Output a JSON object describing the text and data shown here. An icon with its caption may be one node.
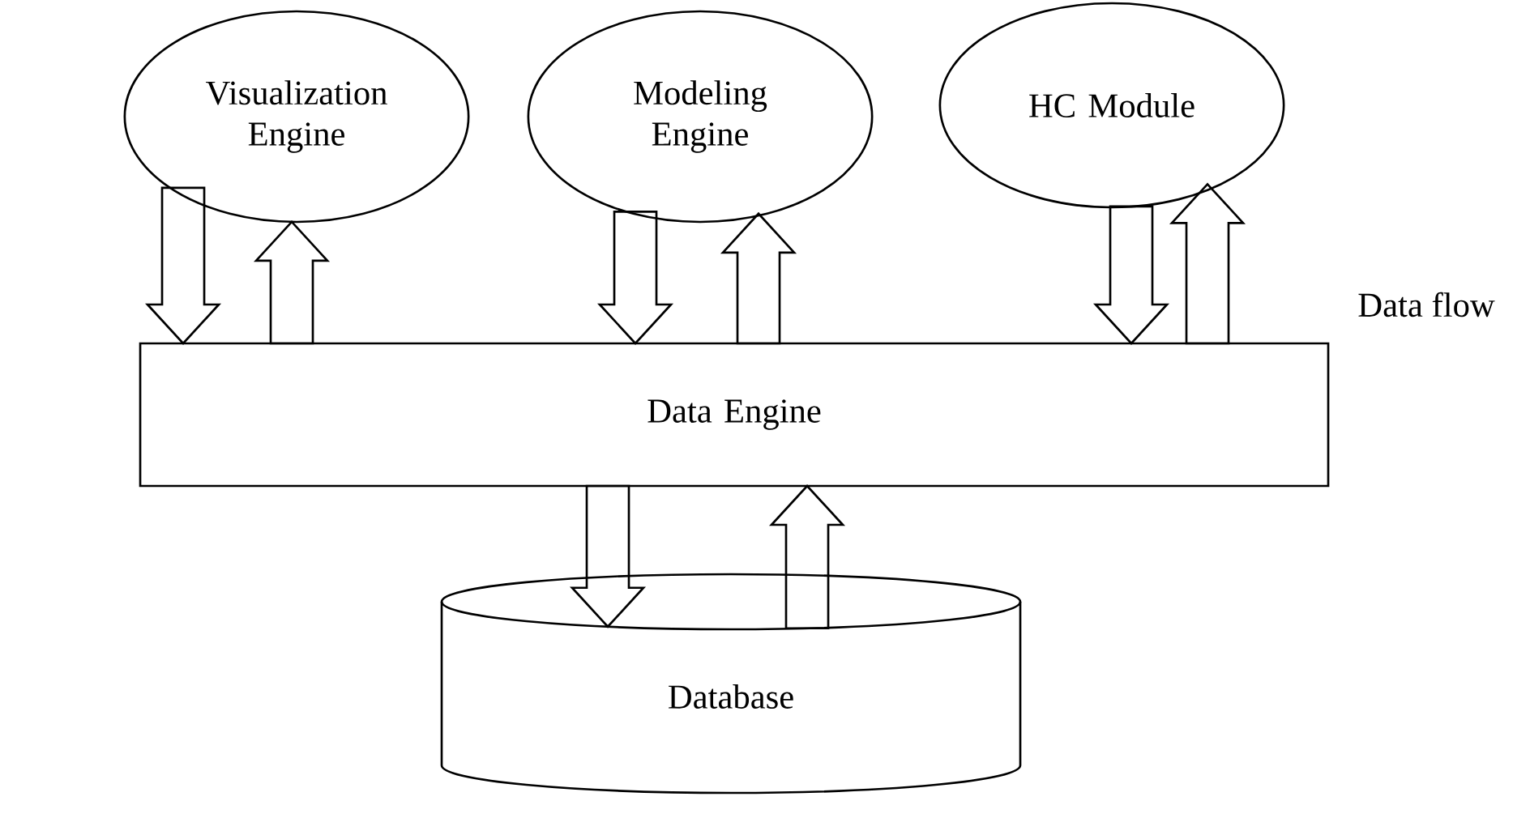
{
  "diagram": {
    "nodes": [
      {
        "text": [
          "Visualization Engine"
        ]
      },
      {
        "text": [
          "Modeling Engine"
        ]
      },
      {
        "text": [
          "HC Module"
        ]
      },
      {
        "text": [
          "Data Engine"
        ]
      },
      {
        "text": [
          "Database"
        ]
      }
    ],
    "edges": [
      {
        "from": 0,
        "to": 3,
        "arrow": "to"
      },
      {
        "from": 3,
        "to": 0,
        "arrow": "to"
      },
      {
        "from": 1,
        "to": 3,
        "arrow": "to"
      },
      {
        "from": 3,
        "to": 1,
        "arrow": "to"
      },
      {
        "from": 2,
        "to": 3,
        "arrow": "to"
      },
      {
        "from": 3,
        "to": 2,
        "arrow": "to"
      },
      {
        "from": 3,
        "to": 4,
        "arrow": "to"
      },
      {
        "from": 4,
        "to": 3,
        "arrow": "to"
      }
    ],
    "labels": [
      "Data flow"
    ]
  }
}
